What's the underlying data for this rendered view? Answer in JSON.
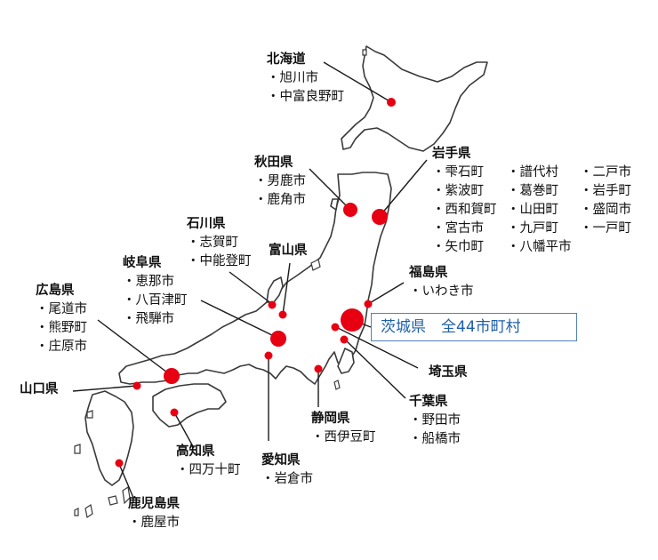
{
  "highlight": {
    "label": "茨城県　全44市町村",
    "color": "#4f81bd"
  },
  "dot_color": "#e60012",
  "regions": {
    "hokkaido": {
      "name": "北海道",
      "munis": [
        "・旭川市",
        "・中富良野町"
      ]
    },
    "akita": {
      "name": "秋田県",
      "munis": [
        "・男鹿市",
        "・鹿角市"
      ]
    },
    "iwate": {
      "name": "岩手県",
      "munis": [
        "・雫石町",
        "・紫波町",
        "・西和賀町",
        "・宮古市",
        "・矢巾町",
        "・譜代村",
        "・葛巻町",
        "・山田町",
        "・九戸町",
        "・八幡平市",
        "・二戸市",
        "・岩手町",
        "・盛岡市",
        "・一戸町"
      ]
    },
    "ishikawa": {
      "name": "石川県",
      "munis": [
        "・志賀町",
        "・中能登町"
      ]
    },
    "toyama": {
      "name": "富山県",
      "munis": []
    },
    "gifu": {
      "name": "岐阜県",
      "munis": [
        "・恵那市",
        "・八百津町",
        "・飛騨市"
      ]
    },
    "fukushima": {
      "name": "福島県",
      "munis": [
        "・いわき市"
      ]
    },
    "hiroshima": {
      "name": "広島県",
      "munis": [
        "・尾道市",
        "・熊野町",
        "・庄原市"
      ]
    },
    "yamaguchi": {
      "name": "山口県",
      "munis": []
    },
    "saitama": {
      "name": "埼玉県",
      "munis": []
    },
    "chiba": {
      "name": "千葉県",
      "munis": [
        "・野田市",
        "・船橋市"
      ]
    },
    "shizuoka": {
      "name": "静岡県",
      "munis": [
        "・西伊豆町"
      ]
    },
    "kochi": {
      "name": "高知県",
      "munis": [
        "・四万十町"
      ]
    },
    "aichi": {
      "name": "愛知県",
      "munis": [
        "・岩倉市"
      ]
    },
    "kagoshima": {
      "name": "鹿児島県",
      "munis": [
        "・鹿屋市"
      ]
    }
  }
}
